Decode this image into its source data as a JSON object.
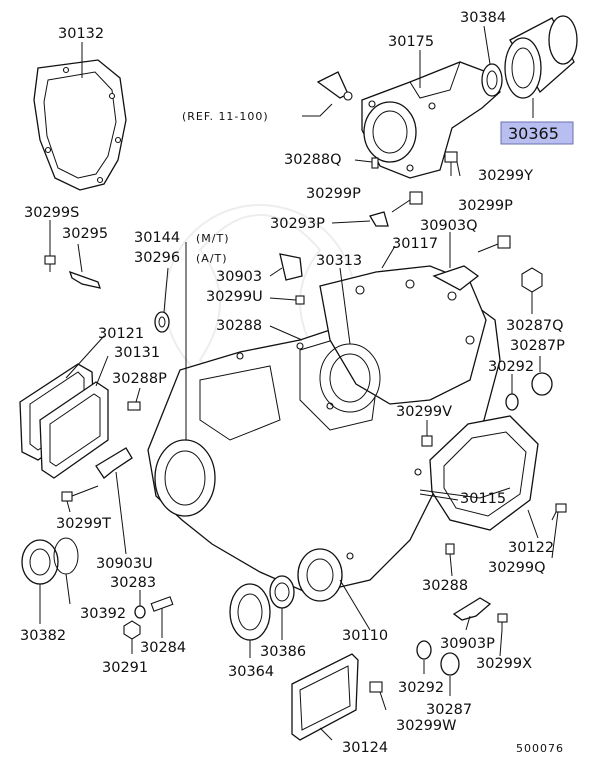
{
  "diagram": {
    "doc_code": "500076",
    "ref_note": "(REF. 11-100)",
    "highlight_color": "#b8bff0",
    "parts": [
      {
        "id": "p30132",
        "label": "30132"
      },
      {
        "id": "p30384",
        "label": "30384"
      },
      {
        "id": "p30175",
        "label": "30175"
      },
      {
        "id": "p30365",
        "label": "30365",
        "highlighted": true
      },
      {
        "id": "p30288Q",
        "label": "30288Q"
      },
      {
        "id": "p30299Y",
        "label": "30299Y"
      },
      {
        "id": "p30299S",
        "label": "30299S"
      },
      {
        "id": "p30295",
        "label": "30295"
      },
      {
        "id": "p30144",
        "label": "30144"
      },
      {
        "id": "p30296",
        "label": "30296"
      },
      {
        "id": "p30299P_a",
        "label": "30299P"
      },
      {
        "id": "p30293P",
        "label": "30293P"
      },
      {
        "id": "p30299P_b",
        "label": "30299P"
      },
      {
        "id": "p30903Q",
        "label": "30903Q"
      },
      {
        "id": "p30117",
        "label": "30117"
      },
      {
        "id": "p30903",
        "label": "30903"
      },
      {
        "id": "p30313",
        "label": "30313"
      },
      {
        "id": "p30299U",
        "label": "30299U"
      },
      {
        "id": "p30288",
        "label": "30288"
      },
      {
        "id": "p30287Q",
        "label": "30287Q"
      },
      {
        "id": "p30121",
        "label": "30121"
      },
      {
        "id": "p30131",
        "label": "30131"
      },
      {
        "id": "p30287P",
        "label": "30287P"
      },
      {
        "id": "p30288P",
        "label": "30288P"
      },
      {
        "id": "p30292_a",
        "label": "30292"
      },
      {
        "id": "p30299V",
        "label": "30299V"
      },
      {
        "id": "p30115",
        "label": "30115"
      },
      {
        "id": "p30299T",
        "label": "30299T"
      },
      {
        "id": "p30122",
        "label": "30122"
      },
      {
        "id": "p30903U",
        "label": "30903U"
      },
      {
        "id": "p30299Q",
        "label": "30299Q"
      },
      {
        "id": "p30283",
        "label": "30283"
      },
      {
        "id": "p30288_b",
        "label": "30288"
      },
      {
        "id": "p30392",
        "label": "30392"
      },
      {
        "id": "p30382",
        "label": "30382"
      },
      {
        "id": "p30284",
        "label": "30284"
      },
      {
        "id": "p30110",
        "label": "30110"
      },
      {
        "id": "p30903P",
        "label": "30903P"
      },
      {
        "id": "p30291",
        "label": "30291"
      },
      {
        "id": "p30386",
        "label": "30386"
      },
      {
        "id": "p30299X",
        "label": "30299X"
      },
      {
        "id": "p30364",
        "label": "30364"
      },
      {
        "id": "p30292_b",
        "label": "30292"
      },
      {
        "id": "p30287",
        "label": "30287"
      },
      {
        "id": "p30299W",
        "label": "30299W"
      },
      {
        "id": "p30124",
        "label": "30124"
      }
    ],
    "trans_notes": {
      "mt": "(M/T)",
      "at": "(A/T)"
    }
  }
}
